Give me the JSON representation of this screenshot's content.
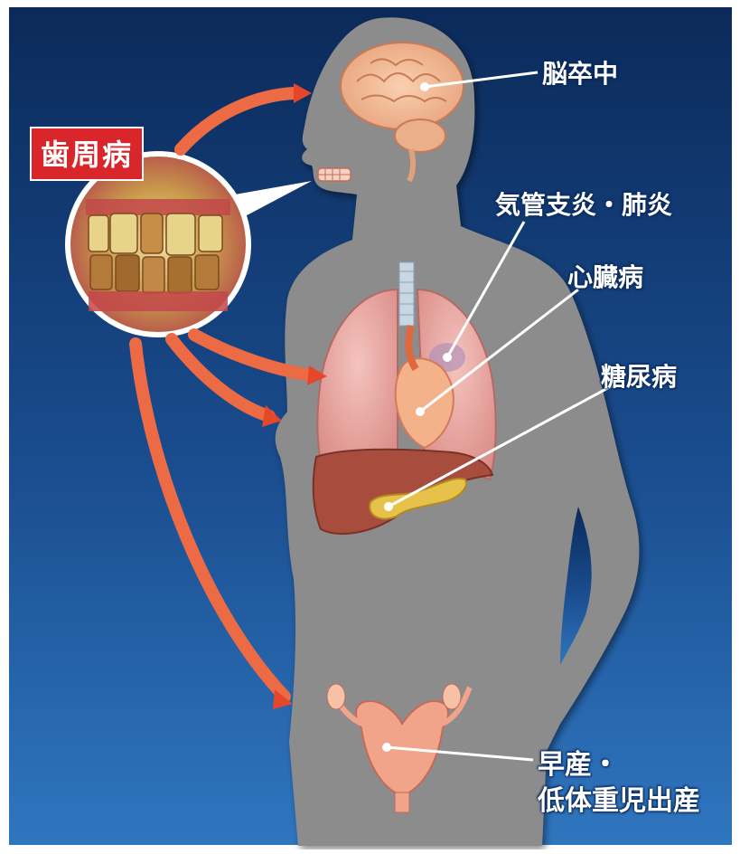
{
  "badge": {
    "text": "歯周病",
    "color": "#d8262b"
  },
  "labels": {
    "stroke": "脳卒中",
    "bronchitis": "気管支炎・肺炎",
    "heart": "心臓病",
    "diabetes": "糖尿病",
    "preterm_line1": "早産・",
    "preterm_line2": "低体重児出産"
  },
  "colors": {
    "background_top": "#0b2a5a",
    "background_bottom": "#2a6cb2",
    "silhouette": "#8a8a8a",
    "arrow": "#e8603a"
  }
}
